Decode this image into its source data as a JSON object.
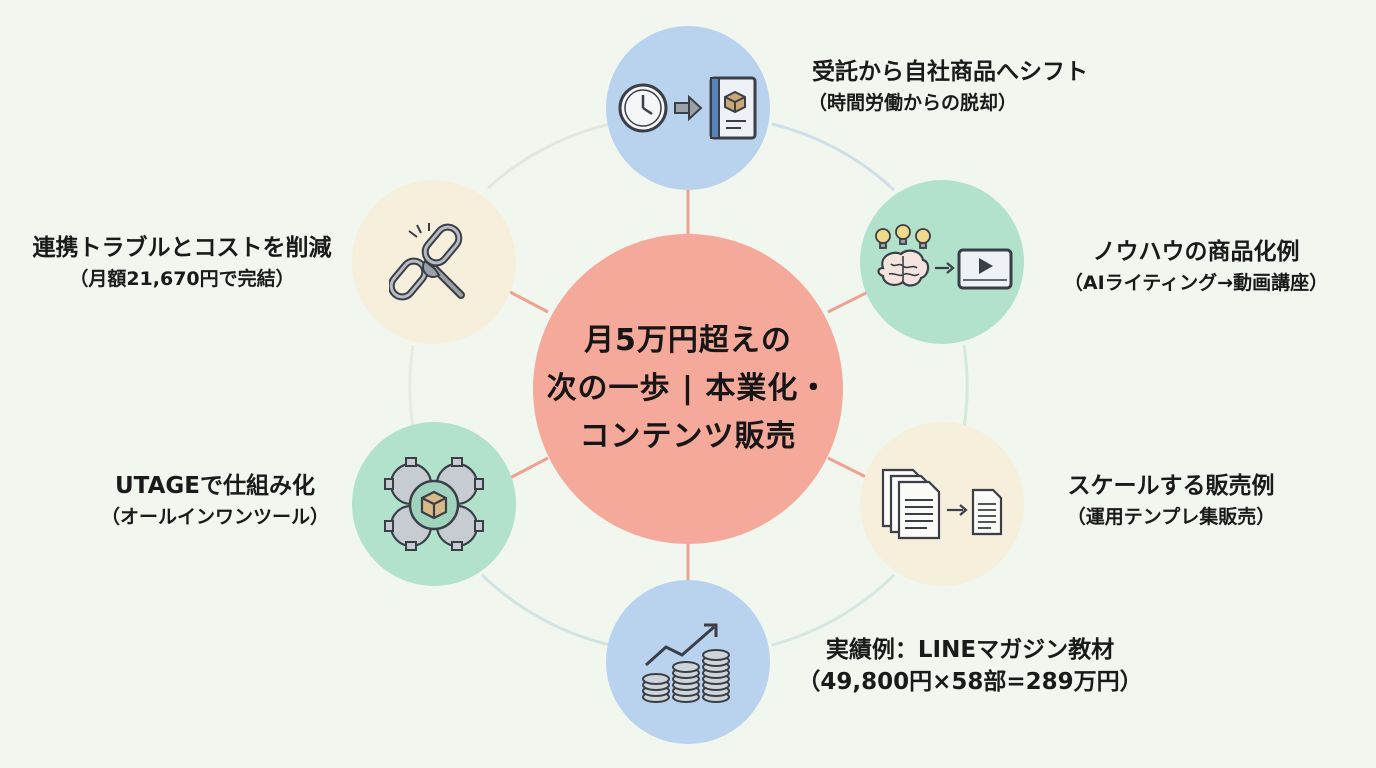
{
  "center": {
    "line1": "月5万円超えの",
    "line2": "次の一歩 | 本業化・",
    "line3": "コンテンツ販売"
  },
  "nodes": [
    {
      "id": "top",
      "icon": "clock-arrow-product-book-icon",
      "color": "#b9d2ee",
      "title": "受託から自社商品へシフト",
      "subtitle": "（時間労働からの脱却）"
    },
    {
      "id": "upper-right",
      "icon": "lightbulbs-brain-video-icon",
      "color": "#b2e2cc",
      "title": "ノウハウの商品化例",
      "subtitle": "（AIライティング→動画講座）"
    },
    {
      "id": "lower-right",
      "icon": "documents-arrow-document-icon",
      "color": "#f5efdc",
      "title": "スケールする販売例",
      "subtitle": "（運用テンプレ集販売）"
    },
    {
      "id": "bottom",
      "icon": "coins-growth-chart-icon",
      "color": "#b9d2ee",
      "title": "実績例：LINEマガジン教材",
      "subtitle": "（49,800円×58部=289万円）"
    },
    {
      "id": "lower-left",
      "icon": "gears-cube-icon",
      "color": "#b2e2cc",
      "title": "UTAGEで仕組み化",
      "subtitle": "（オールインワンツール）"
    },
    {
      "id": "upper-left",
      "icon": "broken-chain-wrench-icon",
      "color": "#f5efdc",
      "title": "連携トラブルとコストを削減",
      "subtitle": "（月額21,670円で完結）"
    }
  ],
  "colors": {
    "background": "#f1f6ef",
    "center": "#f5a99a",
    "spoke": "#efa192",
    "icon_stroke": "#3a3f47"
  }
}
